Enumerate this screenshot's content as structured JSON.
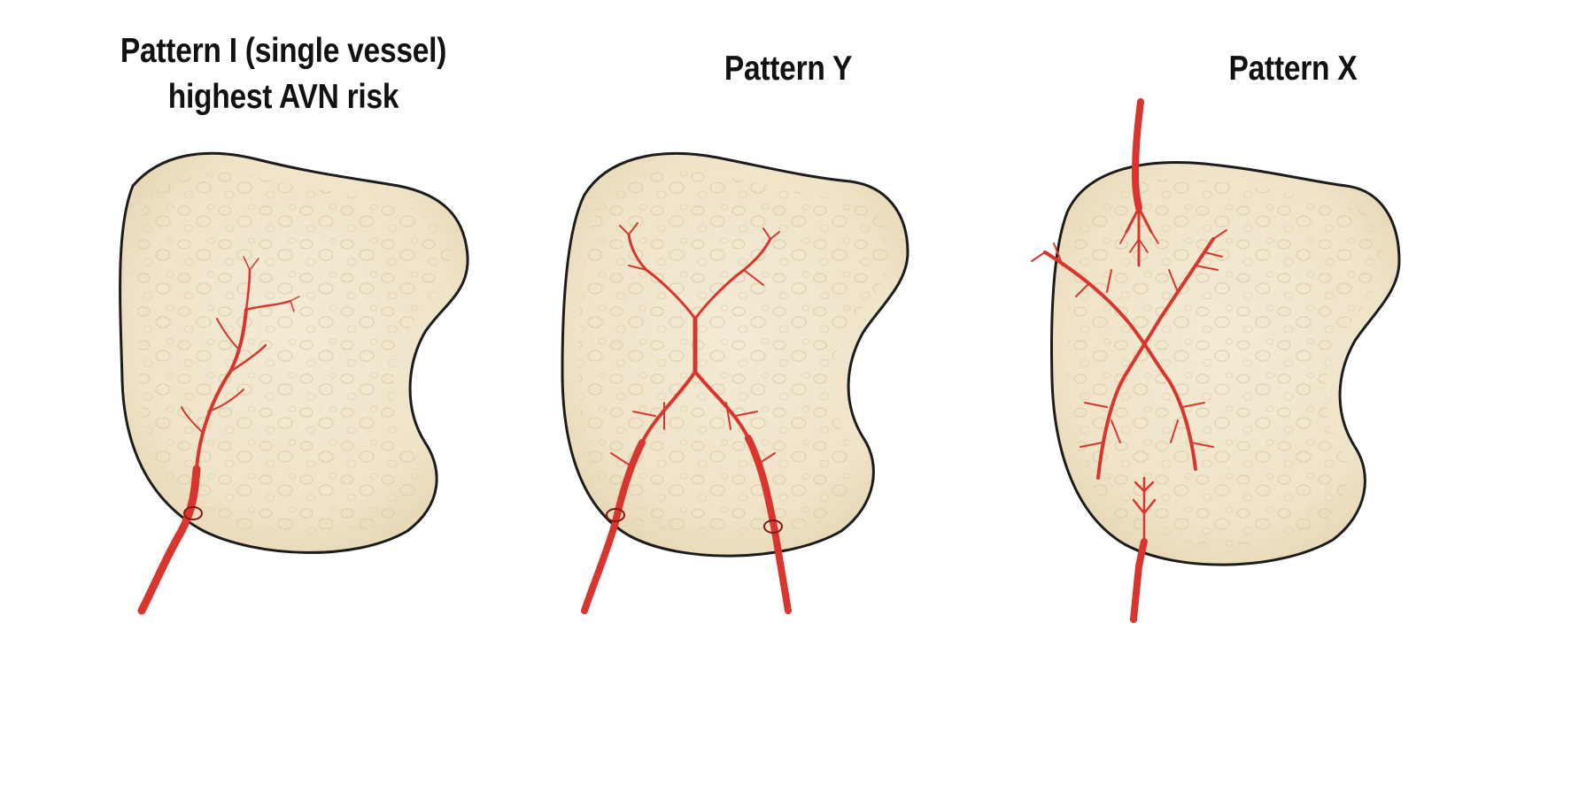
{
  "panels": [
    {
      "title_line1": "Pattern I (single vessel)",
      "title_line2": "highest AVN risk"
    },
    {
      "title_line1": "Pattern Y"
    },
    {
      "title_line1": "Pattern X"
    }
  ],
  "colors": {
    "bone_fill": "#f1e7cf",
    "bone_inner": "#e8dcbd",
    "bone_outline": "#1c1c1c",
    "vessel": "#d9352f",
    "vessel_dark": "#b3201d",
    "background": "#ffffff"
  }
}
